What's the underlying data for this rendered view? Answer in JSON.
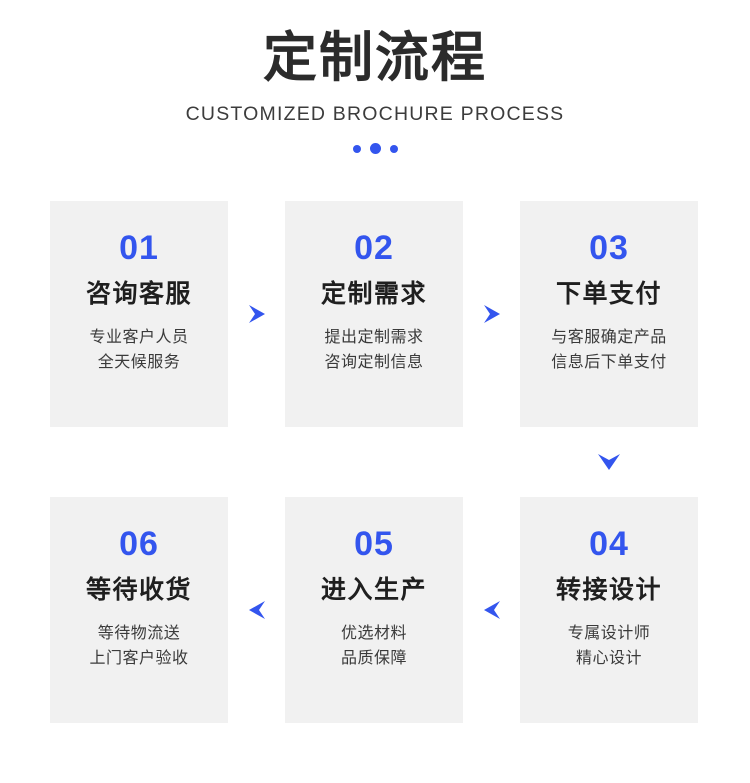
{
  "header": {
    "title": "定制流程",
    "subtitle": "CUSTOMIZED BROCHURE PROCESS",
    "accent_color": "#3355ee",
    "dots": [
      "dot",
      "dot-large",
      "dot"
    ]
  },
  "flow": {
    "row1": [
      {
        "number": "01",
        "title": "咨询客服",
        "desc_line1": "专业客户人员",
        "desc_line2": "全天候服务"
      },
      {
        "number": "02",
        "title": "定制需求",
        "desc_line1": "提出定制需求",
        "desc_line2": "咨询定制信息"
      },
      {
        "number": "03",
        "title": "下单支付",
        "desc_line1": "与客服确定产品",
        "desc_line2": "信息后下单支付"
      }
    ],
    "row2": [
      {
        "number": "06",
        "title": "等待收货",
        "desc_line1": "等待物流送",
        "desc_line2": "上门客户验收"
      },
      {
        "number": "05",
        "title": "进入生产",
        "desc_line1": "优选材料",
        "desc_line2": "品质保障"
      },
      {
        "number": "04",
        "title": "转接设计",
        "desc_line1": "专属设计师",
        "desc_line2": "精心设计"
      }
    ],
    "arrows": {
      "right_1_to_2": "arrow-right",
      "right_2_to_3": "arrow-right",
      "down_3_to_4": "arrow-down",
      "left_4_to_5": "arrow-left",
      "left_5_to_6": "arrow-left"
    },
    "card_background": "#f1f1f1",
    "number_color": "#3355ee",
    "title_color": "#1f1f1f",
    "desc_color": "#3a3a3a",
    "arrow_color": "#3355ee"
  }
}
